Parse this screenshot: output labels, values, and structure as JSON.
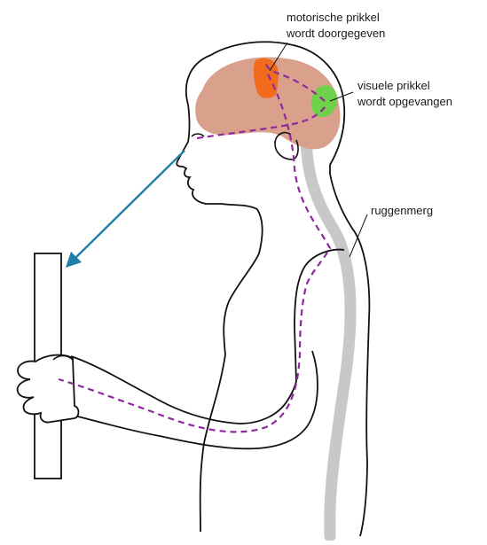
{
  "labels": {
    "motor_line1": "motorische prikkel",
    "motor_line2": "wordt doorgegeven",
    "visual_line1": "visuele prikkel",
    "visual_line2": "wordt opgevangen",
    "spine": "ruggenmerg"
  },
  "colors": {
    "brain": "#d9a08c",
    "motor_area": "#f26a1b",
    "visual_area": "#6fd14a",
    "nerve_path": "#8e2a9e",
    "spinal_cord": "#c8c8c8",
    "sight_arrow": "#1f7fa8",
    "outline": "#111111"
  }
}
